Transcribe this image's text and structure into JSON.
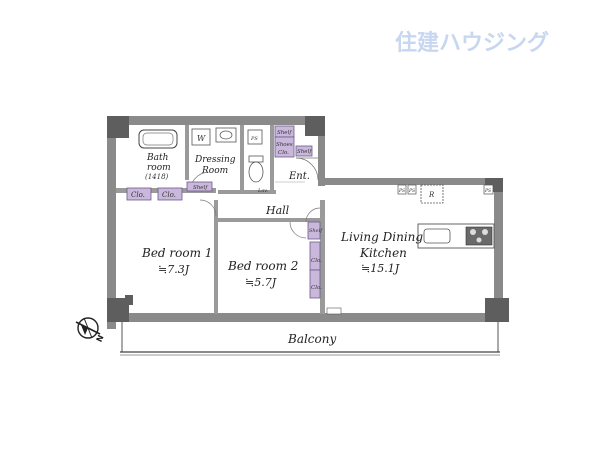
{
  "watermark": "住建ハウジング",
  "rooms": {
    "bath_name": "Bath",
    "bath_name2": "room",
    "bath_size": "(1418)",
    "dressing_name": "Dressing",
    "dressing_name2": "Room",
    "washer_mark": "W",
    "entrance": "Ent.",
    "hall": "Hall",
    "bed1_name": "Bed room 1",
    "bed1_area": "≒7.3J",
    "bed2_name": "Bed room 2",
    "bed2_area": "≒5.7J",
    "ldk_name1": "Living Dining",
    "ldk_name2": "Kitchen",
    "ldk_area": "≒15.1J",
    "balcony": "Balcony"
  },
  "fixtures": {
    "clo1": "Clo.",
    "clo2": "Clo.",
    "clo3": "Clo.",
    "clo4": "Clo.",
    "shelf1": "Shelf",
    "shelf2": "Shelf",
    "shelf3": "Shelf",
    "shelf4": "Shelf",
    "shoes": "Shoes",
    "shoes_clo": "Clo.",
    "ps1": "PS",
    "ps2": "PS",
    "ps3": "PS",
    "ps4": "PS",
    "fridge": "R",
    "toilet_label": "Lav."
  },
  "compass": {
    "label": "N"
  },
  "colors": {
    "wall": "#8a8a8a",
    "wall_dark": "#5e5e5e",
    "storage": "#c9b8dc",
    "storage_edge": "#6e5a8a",
    "watermark": "#c8d7f0"
  }
}
